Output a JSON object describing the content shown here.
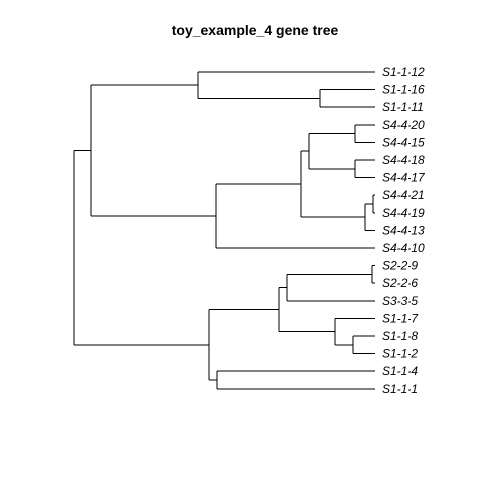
{
  "title": "toy_example_4 gene tree",
  "tree": {
    "children": [
      {
        "children": [
          {
            "children": [
              {
                "label": "S1-1-12"
              },
              {
                "children": [
                  {
                    "label": "S1-1-16"
                  },
                  {
                    "label": "S1-1-11"
                  }
                ]
              }
            ]
          },
          {
            "children": [
              {
                "children": [
                  {
                    "children": [
                      {
                        "children": [
                          {
                            "label": "S4-4-20"
                          },
                          {
                            "label": "S4-4-15"
                          }
                        ]
                      },
                      {
                        "children": [
                          {
                            "label": "S4-4-18"
                          },
                          {
                            "label": "S4-4-17"
                          }
                        ]
                      }
                    ]
                  },
                  {
                    "children": [
                      {
                        "children": [
                          {
                            "label": "S4-4-21"
                          },
                          {
                            "label": "S4-4-19"
                          }
                        ]
                      },
                      {
                        "label": "S4-4-13"
                      }
                    ]
                  }
                ]
              },
              {
                "label": "S4-4-10"
              }
            ]
          }
        ]
      },
      {
        "children": [
          {
            "children": [
              {
                "children": [
                  {
                    "children": [
                      {
                        "label": "S2-2-9"
                      },
                      {
                        "label": "S2-2-6"
                      }
                    ]
                  },
                  {
                    "label": "S3-3-5"
                  }
                ]
              },
              {
                "children": [
                  {
                    "label": "S1-1-7"
                  },
                  {
                    "children": [
                      {
                        "label": "S1-1-8"
                      },
                      {
                        "label": "S1-1-2"
                      }
                    ]
                  }
                ]
              }
            ]
          },
          {
            "children": [
              {
                "label": "S1-1-4"
              },
              {
                "label": "S1-1-1"
              }
            ]
          }
        ]
      }
    ]
  }
}
